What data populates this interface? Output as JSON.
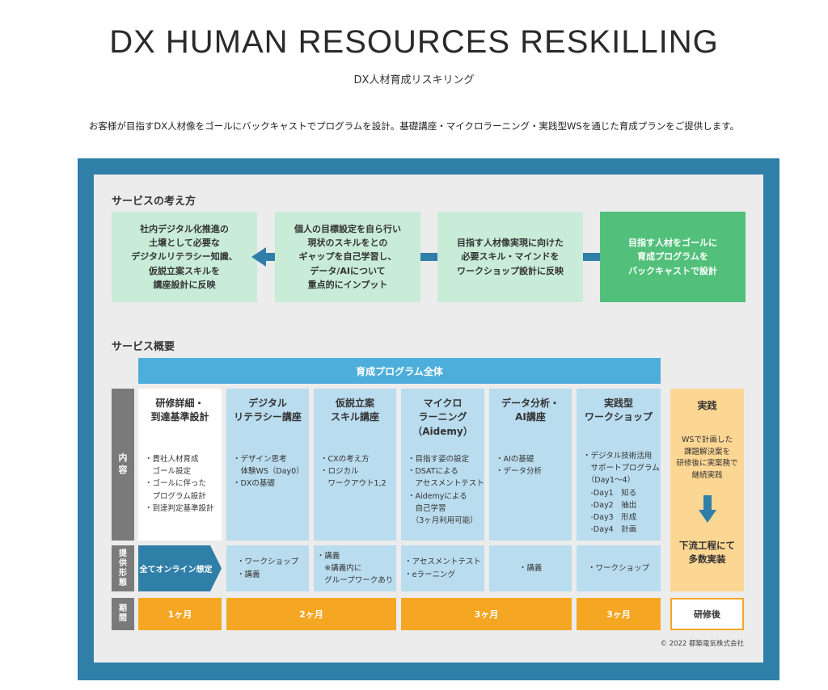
{
  "header": {
    "title": "DX HUMAN RESOURCES RESKILLING",
    "subtitle": "DX人材育成リスキリング",
    "intro": "お客様が目指すDX人材像をゴールにバックキャストでプログラムを設計。基礎講座・マイクロラーニング・実践型WSを通じた育成プランをご提供します。"
  },
  "concept": {
    "heading": "サービスの考え方",
    "boxes": [
      {
        "text": "社内デジタル化推進の\n土壌として必要な\nデジタルリテラシー知識、\n仮説立案スキルを\n講座設計に反映"
      },
      {
        "text": "個人の目標設定を自ら行い\n現状のスキルをとの\nギャップを自己学習し、\nデータ/AIについて\n重点的にインプット"
      },
      {
        "text": "目指す人材像実現に向けた\n必要スキル・マインドを\nワークショップ設計に反映"
      },
      {
        "text": "目指す人材をゴールに\n育成プログラムを\nバックキャストで設計"
      }
    ]
  },
  "overview": {
    "heading": "サービス概要",
    "overall_label": "育成プログラム全体",
    "row_labels": {
      "content": "内\n容",
      "delivery": "提\n供\n形\n態",
      "period": "期\n間"
    },
    "columns": [
      {
        "title": "研修詳細・\n到達基準設計",
        "items": [
          "・貴社人材育成\n　ゴール設定",
          "・ゴールに伴った\n　プログラム設計",
          "・到達判定基準設計"
        ]
      },
      {
        "title": "デジタル\nリテラシー講座",
        "items": [
          "・デザイン思考\n　体験WS（Day0）",
          "・DXの基礎"
        ]
      },
      {
        "title": "仮説立案\nスキル講座",
        "items": [
          "・CXの考え方",
          "・ロジカル\n　ワークアウト1,2"
        ]
      },
      {
        "title": "マイクロ\nラーニング\n（Aidemy）",
        "items": [
          "・目指す姿の設定",
          "・DSATによる\n　アセスメントテスト",
          "・Aidemyによる\n　自己学習\n　（3ヶ月利用可能）"
        ]
      },
      {
        "title": "データ分析・\nAI講座",
        "items": [
          "・AIの基礎",
          "・データ分析"
        ]
      },
      {
        "title": "実践型\nワークショップ",
        "items": [
          "・デジタル技術活用\n　サポートプログラム\n　（Day1〜4）",
          "　-Day1　知る",
          "　-Day2　抽出",
          "　-Day3　形成",
          "　-Day4　計画"
        ]
      }
    ],
    "delivery": {
      "online": "全てオンライン想定",
      "col2": "・ワークショップ\n・講義",
      "col3": "・講義\n　※講義内に\n　グループワークあり",
      "col4": "・アセスメントテスト\n・eラーニング",
      "col5": "・講義",
      "col6": "・ワークショップ"
    },
    "periods": {
      "p1": "1ヶ月",
      "p2": "2ヶ月",
      "p3": "3ヶ月",
      "p4": "3ヶ月"
    },
    "practice": {
      "title": "実践",
      "desc": "WSで計画した\n課題解決案を\n研修後に実案務で\n継続実践",
      "result": "下流工程にて\n多数実装",
      "after": "研修後"
    }
  },
  "copyright": "© 2022 都築電気株式会社",
  "colors": {
    "frame": "#2f7fa8",
    "concept": "#c8ecd8",
    "goal": "#52c07b",
    "course": "#b9dcee",
    "overall": "#4eaedb",
    "period": "#f5a623",
    "practice": "#fcd693"
  }
}
